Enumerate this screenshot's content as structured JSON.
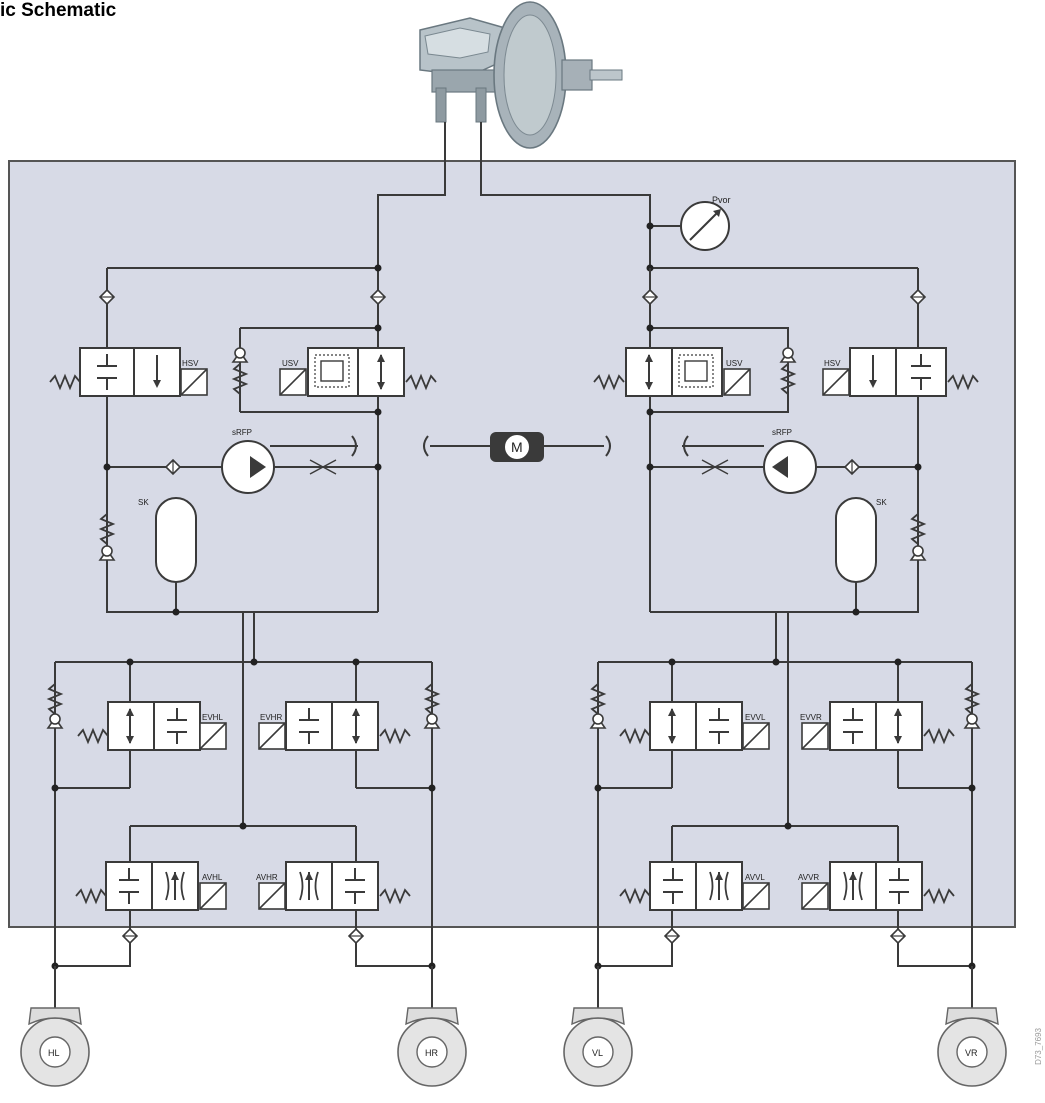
{
  "title": "ic Schematic",
  "code": "D73_7693",
  "labels": {
    "pvor": "Pvor",
    "motor": "M",
    "rfp_left": "sRFP",
    "rfp_right": "sRFP",
    "sk_left": "SK",
    "sk_right": "SK",
    "hsv_left": "HSV",
    "hsv_right": "HSV",
    "usv_left": "USV",
    "usv_right": "USV",
    "evhl": "EVHL",
    "evhr": "EVHR",
    "evvl": "EVVL",
    "evvr": "EVVR",
    "avhl": "AVHL",
    "avhr": "AVHR",
    "avvl": "AVVL",
    "avvr": "AVVR"
  },
  "wheels": [
    {
      "id": "hl",
      "label": "HL"
    },
    {
      "id": "hr",
      "label": "HR"
    },
    {
      "id": "vl",
      "label": "VL"
    },
    {
      "id": "vr",
      "label": "VR"
    }
  ]
}
